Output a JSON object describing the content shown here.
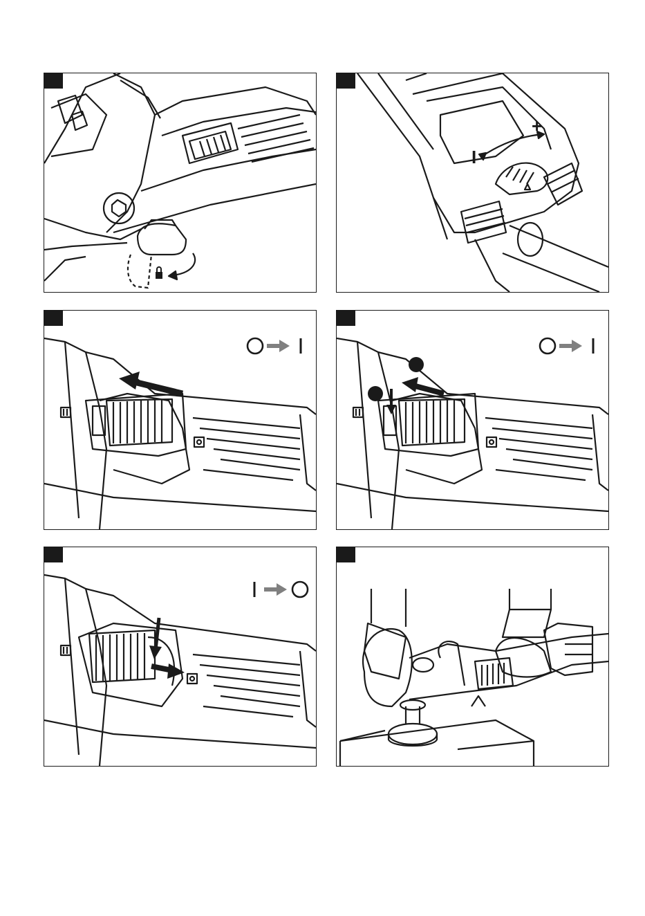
{
  "panels": [
    {
      "id": "panel-1",
      "content": "spindle-lock-button"
    },
    {
      "id": "panel-2",
      "content": "speed-dial",
      "dial_labels": {
        "min": "I",
        "max": "+"
      }
    },
    {
      "id": "panel-3",
      "content": "switch-on",
      "indicator": {
        "from": "O",
        "to": "I"
      }
    },
    {
      "id": "panel-4",
      "content": "switch-on-locked",
      "indicator": {
        "from": "O",
        "to": "I"
      }
    },
    {
      "id": "panel-5",
      "content": "switch-off",
      "indicator": {
        "from": "I",
        "to": "O"
      }
    },
    {
      "id": "panel-6",
      "content": "polishing-operation"
    }
  ],
  "dial": {
    "min_label": "I",
    "max_label": "+"
  },
  "switch_on": {
    "from": "O",
    "to": "I"
  },
  "switch_off": {
    "from": "I",
    "to": "O"
  },
  "colors": {
    "line": "#1a1a1a",
    "arrow_gray": "#808080",
    "background": "#ffffff"
  }
}
